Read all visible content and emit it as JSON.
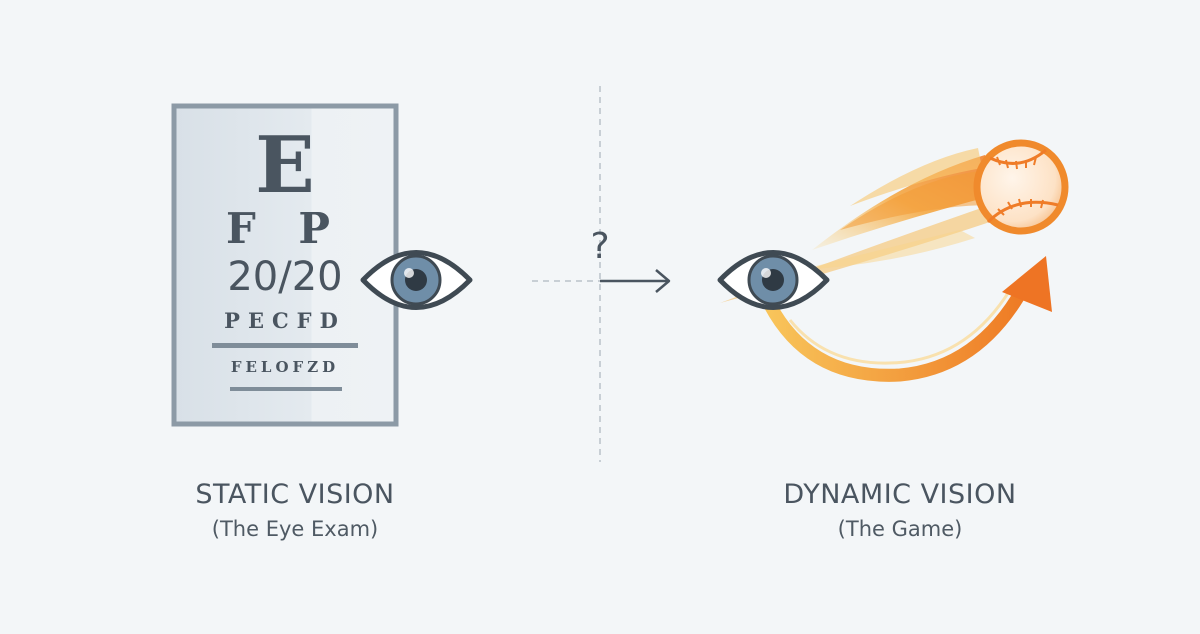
{
  "chart": {
    "top_letter": "E",
    "row2": "F P",
    "row3": "20/20",
    "row4": "PECFD",
    "row5": "FELOFZD"
  },
  "divider": {
    "question": "?"
  },
  "left_panel": {
    "title": "STATIC VISION",
    "subtitle": "(The Eye Exam)"
  },
  "right_panel": {
    "title": "DYNAMIC VISION",
    "subtitle": "(The Game)"
  },
  "colors": {
    "background": "#f3f6f8",
    "chart_frame": "#8c9aa6",
    "chart_fill": "#dfe6ec",
    "text_dark": "#4a5560",
    "eye_outline": "#3f4a53",
    "iris": "#6f8ea8",
    "ball_orange": "#f08a2c",
    "flame_yellow": "#f6b23c"
  },
  "icons": [
    "eye-icon",
    "baseball-icon",
    "arrow-right-icon",
    "curved-arrow-icon"
  ]
}
